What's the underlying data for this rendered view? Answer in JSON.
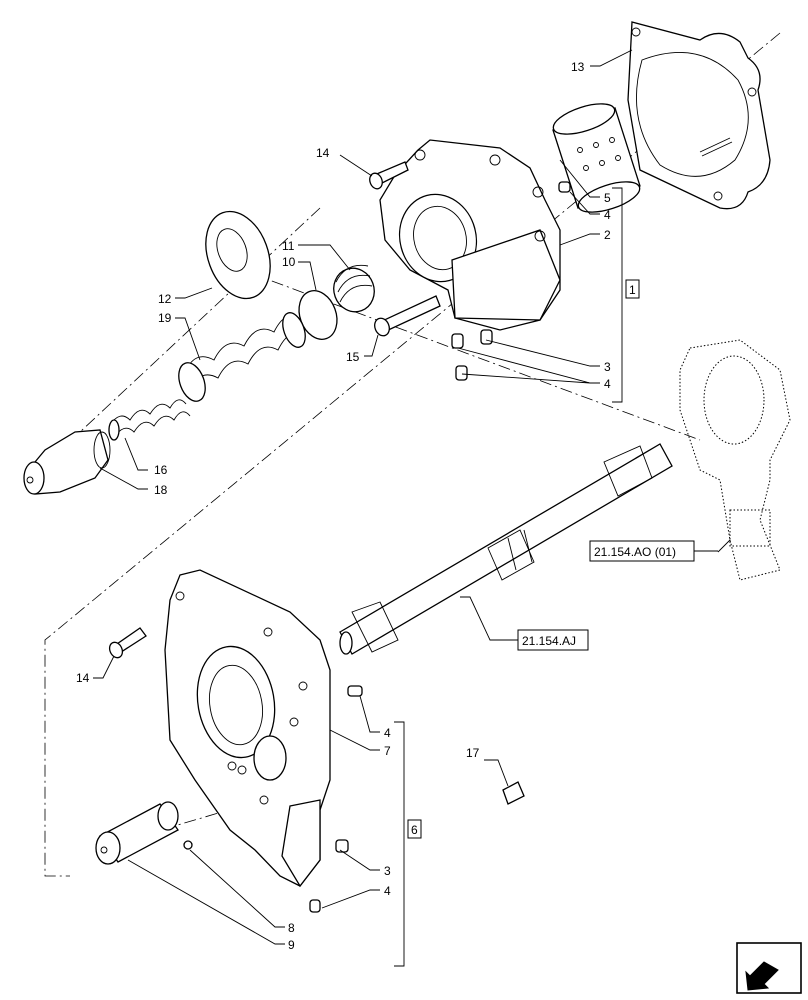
{
  "callouts": {
    "c13": "13",
    "c14a": "14",
    "c5": "5",
    "c4a": "4",
    "c2": "2",
    "c11": "11",
    "c10": "10",
    "c12": "12",
    "c19": "19",
    "c15": "15",
    "c3a": "3",
    "c4b": "4",
    "c16": "16",
    "c18": "18",
    "c14b": "14",
    "c4c": "4",
    "c7": "7",
    "c17": "17",
    "c3b": "3",
    "c4d": "4",
    "c8": "8",
    "c9": "9"
  },
  "group_labels": {
    "g1": "1",
    "g6": "6"
  },
  "references": {
    "ref_ao": "21.154.AO (01)",
    "ref_aj": "21.154.AJ"
  },
  "nav_icon": "back-arrow-icon"
}
